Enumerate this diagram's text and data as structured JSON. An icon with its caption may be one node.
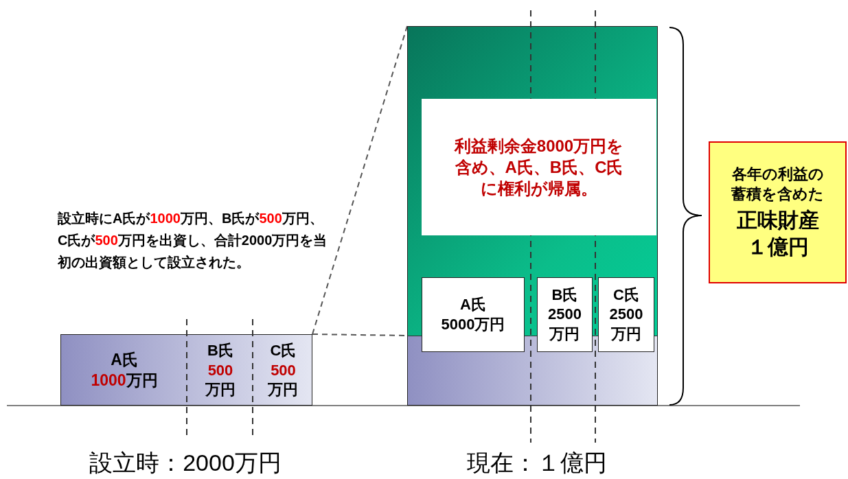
{
  "diagram": {
    "nodes": [
      {
        "text": [],
        "shape": "bar"
      },
      {
        "text": [
          "A氏",
          "**1000**万円"
        ],
        "in": 0
      },
      {
        "text": [
          "B氏",
          "**500**万円"
        ],
        "in": 0
      },
      {
        "text": [
          "C氏",
          "**500**万円"
        ],
        "in": 0
      },
      {
        "text": [],
        "shape": "bar"
      },
      {
        "text": [
          "利益剰余金8000万円を含め、A氏、B氏、C氏に権利が帰属。"
        ],
        "in": 4
      },
      {
        "text": [
          "A氏",
          "5000万円"
        ],
        "in": 4
      },
      {
        "text": [
          "B氏",
          "2500万円"
        ],
        "in": 4
      },
      {
        "text": [
          "C氏",
          "2500万円"
        ],
        "in": 4
      },
      {
        "text": [
          "各年の利益の蓄積を含めた",
          "正味財産１億円"
        ]
      }
    ],
    "edges": [
      {
        "from": 0,
        "to": 4,
        "arrow": "none",
        "style": "dashed"
      },
      {
        "from": 0,
        "to": 4,
        "arrow": "none",
        "style": "dashed"
      }
    ],
    "labels": [
      "設立時にA氏が**1000**万円、B氏が**500**万円、C氏が**500**万円を出資し、合計2000万円を当初の出資額として設立された。",
      "設立時：2000万円",
      "現在：１億円"
    ]
  }
}
